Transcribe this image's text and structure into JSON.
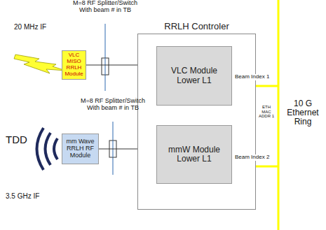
{
  "diagram": {
    "nodes": [
      {
        "text": [
          "RRLH Controler"
        ]
      },
      {
        "text": [
          "VLC Module Lower L1"
        ],
        "in": 0
      },
      {
        "text": [
          "mmW Module Lower L1"
        ],
        "in": 0
      },
      {
        "text": [
          "VLC MISO RRLH Module"
        ]
      },
      {
        "text": [
          "mm Wave RRLH RF Module"
        ]
      }
    ],
    "edges": [
      {
        "from": 3,
        "to": 0,
        "arrow": "none"
      },
      {
        "from": 4,
        "to": 0,
        "arrow": "none"
      }
    ],
    "labels": [
      "M=8 RF Splitter/Switch With beam # in TB",
      "20 MHz IF",
      "M=8 RF Splitter/Switch With beam # in TB",
      "TDD",
      "3.5 GHz IF",
      "Beam Index 1",
      "Beam Index 2",
      "ETH MAC ADDR 1",
      "10 G Ethernet Ring"
    ]
  }
}
